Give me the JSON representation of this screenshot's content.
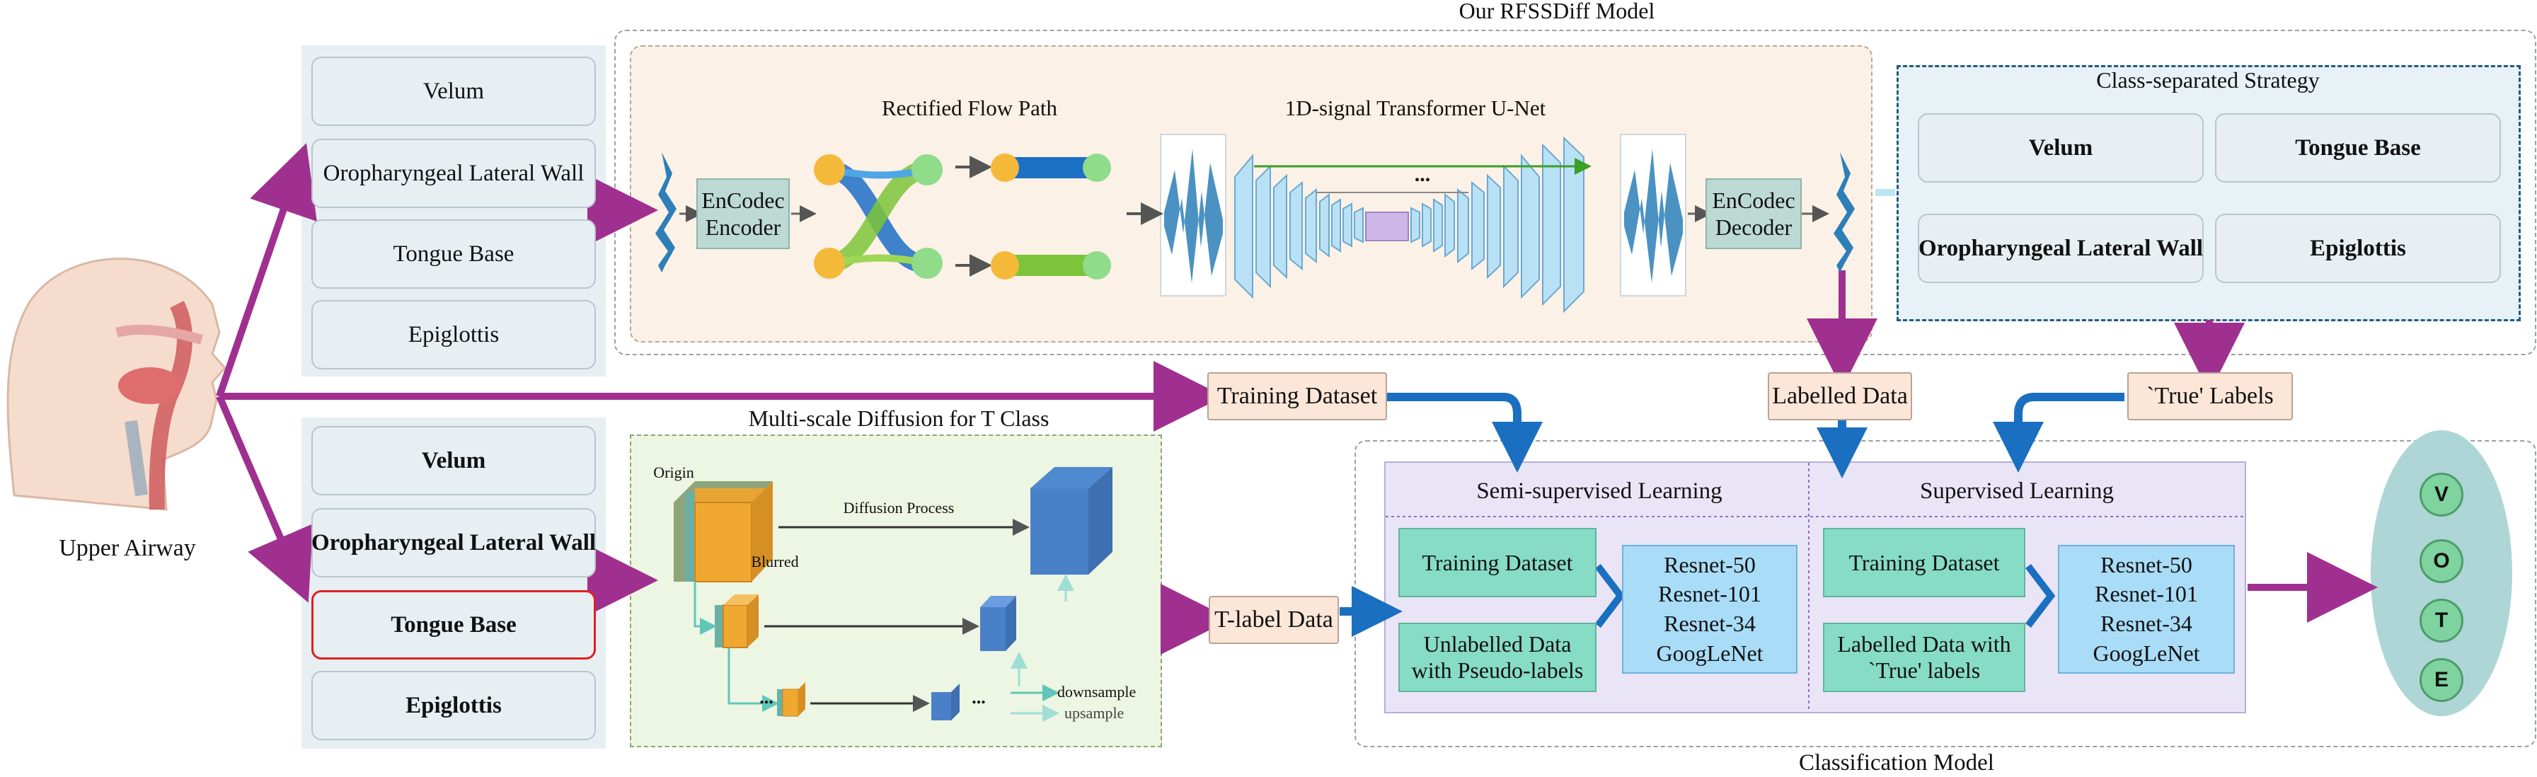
{
  "anatomy": {
    "caption": "Upper Airway"
  },
  "input_top": {
    "items": [
      "Velum",
      "Oropharyngeal Lateral Wall",
      "Tongue Base",
      "Epiglottis"
    ]
  },
  "input_bottom": {
    "items": [
      "Velum",
      "Oropharyngeal Lateral Wall",
      "Tongue Base",
      "Epiglottis"
    ],
    "highlighted": "Tongue Base"
  },
  "model": {
    "title": "Our RFSSDiff Model",
    "encoder": "EnCodec Encoder",
    "decoder": "EnCodec Decoder",
    "flow_title": "Rectified Flow Path",
    "unet_title": "1D-signal Transformer U-Net",
    "unet_dots": "..."
  },
  "strategy": {
    "title": "Class-separated Strategy",
    "items": [
      "Velum",
      "Tongue Base",
      "Oropharyngeal Lateral Wall",
      "Epiglottis"
    ]
  },
  "multiscale": {
    "title": "Multi-scale Diffusion for T Class",
    "origin": "Origin",
    "blurred": "Blurred",
    "process": "Diffusion Process",
    "dots": "...",
    "legend_down": "downsample",
    "legend_up": "upsample"
  },
  "tags": {
    "training": "Training Dataset",
    "labelled": "Labelled Data",
    "true_labels": "`True' Labels",
    "t_label": "T-label Data"
  },
  "classification": {
    "title": "Classification Model",
    "semi": {
      "title": "Semi-supervised Learning",
      "input1": "Training Dataset",
      "input2": "Unlabelled Data with Pseudo-labels",
      "models": [
        "Resnet-50",
        "Resnet-101",
        "Resnet-34",
        "GoogLeNet"
      ]
    },
    "sup": {
      "title": "Supervised Learning",
      "input1": "Training Dataset",
      "input2": "Labelled Data with `True' labels",
      "models": [
        "Resnet-50",
        "Resnet-101",
        "Resnet-34",
        "GoogLeNet"
      ]
    }
  },
  "vote": {
    "letters": [
      "V",
      "O",
      "T",
      "E"
    ]
  },
  "colors": {
    "purple_arrow": "#a0308f",
    "blue_arrow": "#1a6fc0",
    "model_bg": "#fcf1e6",
    "multiscale_bg": "#edf5e3",
    "classification_bg": "#e9e5f7",
    "vote_bg": "#aed6d6"
  }
}
